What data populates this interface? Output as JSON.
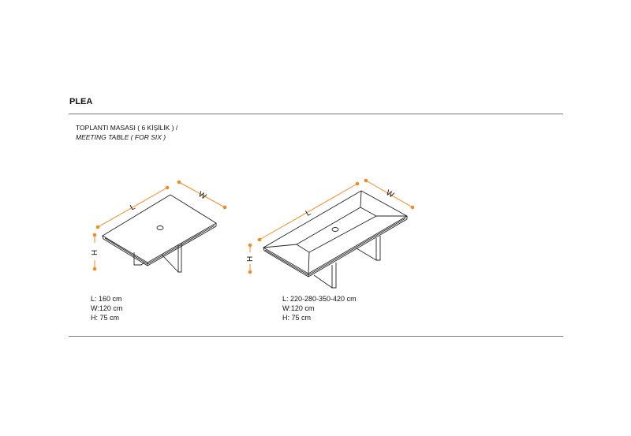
{
  "product": {
    "name": "PLEA"
  },
  "description": {
    "turkish": "TOPLANTI MASASI ( 6 KİŞİLİK ) /",
    "english": "MEETING TABLE ( FOR SIX )"
  },
  "dimension_labels": {
    "length": "L",
    "width": "W",
    "height": "H"
  },
  "tables": [
    {
      "lines": [
        "L: 160 cm",
        "W:120 cm",
        "H: 75 cm"
      ]
    },
    {
      "lines": [
        "L: 220-280-350-420 cm",
        "W:120 cm",
        "H: 75 cm"
      ]
    }
  ],
  "colors": {
    "dimension": "#f28a1c",
    "line": "#222222",
    "rule": "#777777"
  }
}
